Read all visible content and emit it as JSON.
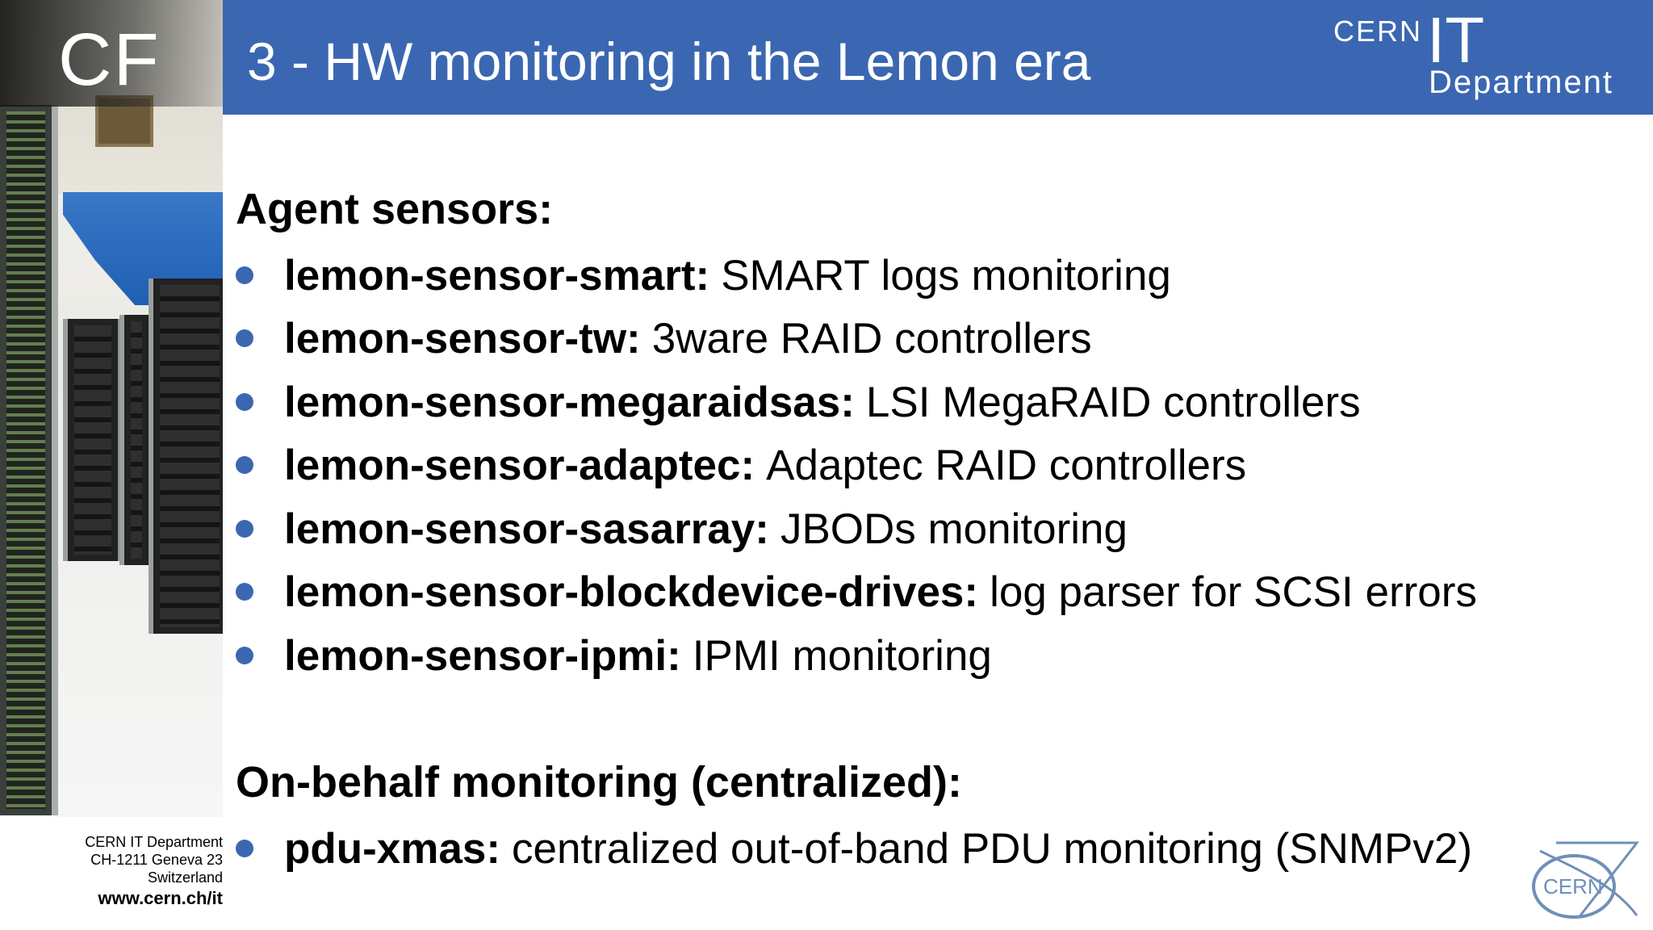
{
  "sidebar": {
    "badge": "CF"
  },
  "header": {
    "title": "3 - HW monitoring in the Lemon era",
    "logo": {
      "line1": "CERN",
      "line2": "IT",
      "line3": "Department"
    }
  },
  "sections": [
    {
      "heading": "Agent sensors:",
      "items": [
        {
          "key": "lemon-sensor-smart:",
          "desc": "SMART logs monitoring"
        },
        {
          "key": "lemon-sensor-tw:",
          "desc": "3ware RAID controllers"
        },
        {
          "key": "lemon-sensor-megaraidsas:",
          "desc": "LSI MegaRAID controllers"
        },
        {
          "key": "lemon-sensor-adaptec:",
          "desc": "Adaptec RAID controllers"
        },
        {
          "key": "lemon-sensor-sasarray:",
          "desc": "JBODs monitoring"
        },
        {
          "key": "lemon-sensor-blockdevice-drives:",
          "desc": "log parser for SCSI errors"
        },
        {
          "key": "lemon-sensor-ipmi:",
          "desc": "IPMI monitoring"
        }
      ]
    },
    {
      "heading": "On-behalf monitoring (centralized):",
      "items": [
        {
          "key": "pdu-xmas:",
          "desc": "centralized out-of-band PDU monitoring (SNMPv2)"
        }
      ]
    }
  ],
  "footer": {
    "line1": "CERN IT Department",
    "line2": "CH-1211 Geneva 23",
    "line3": "Switzerland",
    "url": "www.cern.ch/it"
  },
  "cern_logo_text": "CERN",
  "colors": {
    "header_blue": "#3b67b2",
    "bullet_blue": "#3b67b2"
  }
}
